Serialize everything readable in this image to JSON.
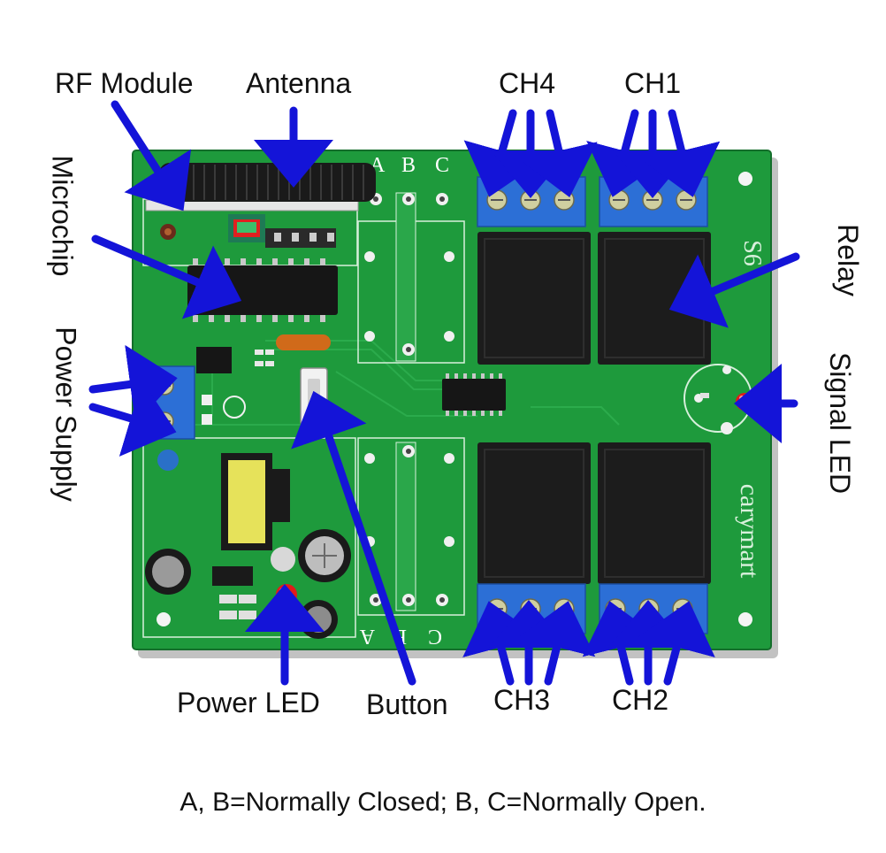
{
  "labels": {
    "rf_module": "RF Module",
    "antenna": "Antenna",
    "ch4": "CH4",
    "ch1": "CH1",
    "ch3": "CH3",
    "ch2": "CH2",
    "microchip": "Microchip",
    "power_supply": "Power Supply",
    "relay": "Relay",
    "signal_led": "Signal LED",
    "power_led": "Power LED",
    "button": "Button"
  },
  "board": {
    "brand": "carymart",
    "model_marking": "S6",
    "terminal_letters_top": [
      "A",
      "B",
      "C"
    ],
    "terminal_letters_bottom": [
      "C",
      "B",
      "A"
    ]
  },
  "footnote": "A, B=Normally Closed; B, C=Normally Open.",
  "colors": {
    "pcb_green": "#1e9a3c",
    "pcb_dark": "#167a2e",
    "arrow_blue": "#1414d8",
    "terminal_blue": "#2c6fd6",
    "relay_black": "#1c1c1c",
    "label_text": "#111111"
  }
}
